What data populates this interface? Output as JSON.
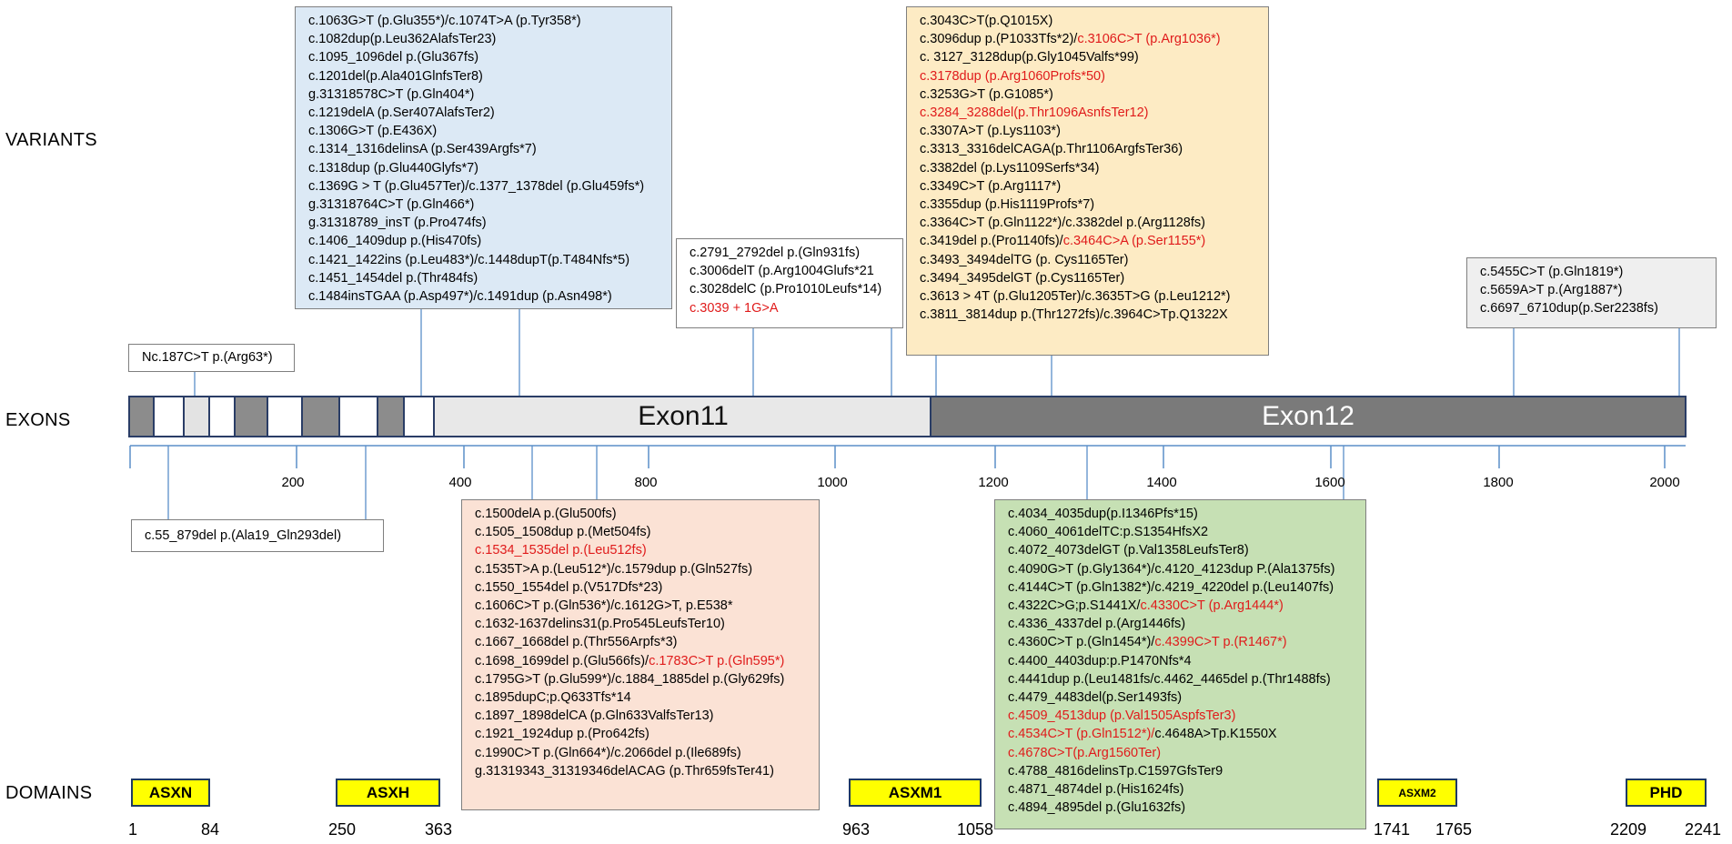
{
  "row_labels": {
    "variants": "VARIANTS",
    "exons": "EXONS",
    "domains": "DOMAINS"
  },
  "exons": {
    "exon11": "Exon11",
    "exon12": "Exon12"
  },
  "axis_ticks": [
    "200",
    "400",
    "800",
    "1000",
    "1200",
    "1400",
    "1600",
    "1800",
    "2000"
  ],
  "boxes": {
    "nc187": [
      {
        "text": "Nc.187C>T p.(Arg63*)"
      }
    ],
    "c55": [
      {
        "text": "c.55_879del p.(Ala19_Gln293del)"
      }
    ],
    "blue": [
      {
        "text": "c.1063G>T (p.Glu355*)/c.1074T>A (p.Tyr358*)"
      },
      {
        "text": "c.1082dup(p.Leu362AlafsTer23)"
      },
      {
        "text": "c.1095_1096del  p.(Glu367fs)"
      },
      {
        "text": "c.1201del(p.Ala401GlnfsTer8)"
      },
      {
        "text": "g.31318578C>T (p.Gln404*)"
      },
      {
        "text": "c.1219delA (p.Ser407AlafsTer2)"
      },
      {
        "text": "c.1306G>T (p.E436X)"
      },
      {
        "text": "c.1314_1316delinsA (p.Ser439Argfs*7)"
      },
      {
        "text": "c.1318dup (p.Glu440Glyfs*7)"
      },
      {
        "text": "c.1369G > T (p.Glu457Ter)/c.1377_1378del (p.Glu459fs*)"
      },
      {
        "text": "g.31318764C>T (p.Gln466*)"
      },
      {
        "text": "g.31318789_insT (p.Pro474fs)"
      },
      {
        "text": "c.1406_1409dup  p.(His470fs)"
      },
      {
        "text": "c.1421_1422ins (p.Leu483*)/c.1448dupT(p.T484Nfs*5)"
      },
      {
        "text": "c.1451_1454del p.(Thr484fs)"
      },
      {
        "text": "c.1484insTGAA (p.Asp497*)/c.1491dup (p.Asn498*)"
      }
    ],
    "white_mid": [
      {
        "text": "c.2791_2792del  p.(Gln931fs)"
      },
      {
        "text": "c.3006delT (p.Arg1004Glufs*21"
      },
      {
        "text": "c.3028delC (p.Pro1010Leufs*14)"
      },
      {
        "text": "c.3039 + 1G>A",
        "red": true
      }
    ],
    "yellow": [
      [
        {
          "text": "c.3043C>T(p.Q1015X)"
        }
      ],
      [
        {
          "text": "c.3096dup p.(P1033Tfs*2)/"
        },
        {
          "text": "c.3106C>T (p.Arg1036*)",
          "red": true
        }
      ],
      [
        {
          "text": "c. 3127_3128dup(p.Gly1045Valfs*99)"
        }
      ],
      [
        {
          "text": "c.3178dup (p.Arg1060Profs*50)",
          "red": true
        }
      ],
      [
        {
          "text": "c.3253G>T (p.G1085*)"
        }
      ],
      [
        {
          "text": "c.3284_3288del(p.Thr1096AsnfsTer12)",
          "red": true
        }
      ],
      [
        {
          "text": "c.3307A>T (p.Lys1103*)"
        }
      ],
      [
        {
          "text": "c.3313_3316delCAGA(p.Thr1106ArgfsTer36)"
        }
      ],
      [
        {
          "text": "c.3382del (p.Lys1109Serfs*34)"
        }
      ],
      [
        {
          "text": "c.3349C>T (p.Arg1117*)"
        }
      ],
      [
        {
          "text": "c.3355dup (p.His1119Profs*7)"
        }
      ],
      [
        {
          "text": "c.3364C>T (p.Gln1122*)/c.3382del p.(Arg1128fs)"
        }
      ],
      [
        {
          "text": "c.3419del p.(Pro1140fs)/"
        },
        {
          "text": "c.3464C>A (p.Ser1155*)",
          "red": true
        }
      ],
      [
        {
          "text": "c.3493_3494delTG (p. Cys1165Ter)"
        }
      ],
      [
        {
          "text": "c.3494_3495delGT (p.Cys1165Ter)"
        }
      ],
      [
        {
          "text": "c.3613 > 4T (p.Glu1205Ter)/c.3635T>G (p.Leu1212*)"
        }
      ],
      [
        {
          "text": "c.3811_3814dup p.(Thr1272fs)/c.3964C>Tp.Q1322X"
        }
      ]
    ],
    "gray_right": [
      {
        "text": "c.5455C>T (p.Gln1819*)"
      },
      {
        "text": "c.5659A>T p.(Arg1887*)"
      },
      {
        "text": "c.6697_6710dup(p.Ser2238fs)"
      }
    ],
    "salmon": [
      [
        {
          "text": "c.1500delA p.(Glu500fs)"
        }
      ],
      [
        {
          "text": "c.1505_1508dup p.(Met504fs)"
        }
      ],
      [
        {
          "text": "c.1534_1535del  p.(Leu512fs)",
          "red": true
        }
      ],
      [
        {
          "text": "c.1535T>A p.(Leu512*)/c.1579dup p.(Gln527fs)"
        }
      ],
      [
        {
          "text": "c.1550_1554del p.(V517Dfs*23)"
        }
      ],
      [
        {
          "text": "c.1606C>T p.(Gln536*)/c.1612G>T, p.E538*"
        }
      ],
      [
        {
          "text": "c.1632-1637delins31(p.Pro545LeufsTer10)"
        }
      ],
      [
        {
          "text": "c.1667_1668del p.(Thr556Arpfs*3)"
        }
      ],
      [
        {
          "text": "c.1698_1699del p.(Glu566fs)/"
        },
        {
          "text": "c.1783C>T p.(Gln595*)",
          "red": true
        }
      ],
      [
        {
          "text": "c.1795G>T (p.Glu599*)/c.1884_1885del p.(Gly629fs)"
        }
      ],
      [
        {
          "text": "c.1895dupC;p.Q633Tfs*14"
        }
      ],
      [
        {
          "text": "c.1897_1898delCA (p.Gln633ValfsTer13)"
        }
      ],
      [
        {
          "text": "c.1921_1924dup p.(Pro642fs)"
        }
      ],
      [
        {
          "text": "c.1990C>T p.(Gln664*)/c.2066del p.(Ile689fs)"
        }
      ],
      [
        {
          "text": "g.31319343_31319346delACAG (p.Thr659fsTer41)"
        }
      ]
    ],
    "green": [
      [
        {
          "text": "c.4034_4035dup(p.I1346Pfs*15)"
        }
      ],
      [
        {
          "text": "c.4060_4061delTC:p.S1354HfsX2"
        }
      ],
      [
        {
          "text": "c.4072_4073delGT (p.Val1358LeufsTer8)"
        }
      ],
      [
        {
          "text": "c.4090G>T (p.Gly1364*)/c.4120_4123dup P.(Ala1375fs)"
        }
      ],
      [
        {
          "text": "c.4144C>T (p.Gln1382*)/c.4219_4220del p.(Leu1407fs)"
        }
      ],
      [
        {
          "text": "c.4322C>G;p.S1441X/"
        },
        {
          "text": "c.4330C>T (p.Arg1444*)",
          "red": true
        }
      ],
      [
        {
          "text": "c.4336_4337del p.(Arg1446fs)"
        }
      ],
      [
        {
          "text": "c.4360C>T  p.(Gln1454*)/"
        },
        {
          "text": "c.4399C>T p.(R1467*)",
          "red": true
        }
      ],
      [
        {
          "text": "c.4400_4403dup:p.P1470Nfs*4"
        }
      ],
      [
        {
          "text": "c.4441dup p.(Leu1481fs/c.4462_4465del p.(Thr1488fs)"
        }
      ],
      [
        {
          "text": "c.4479_4483del(p.Ser1493fs)"
        }
      ],
      [
        {
          "text": "c.4509_4513dup (p.Val1505AspfsTer3)",
          "red": true
        }
      ],
      [
        {
          "text": "c.4534C>T (p.Gln1512*)/",
          "red": true
        },
        {
          "text": "c.4648A>Tp.K1550X"
        }
      ],
      [
        {
          "text": "c.4678C>T(p.Arg1560Ter)",
          "red": true
        }
      ],
      [
        {
          "text": "c.4788_4816delinsTp.C1597GfsTer9"
        }
      ],
      [
        {
          "text": "c.4871_4874del p.(His1624fs)"
        }
      ],
      [
        {
          "text": "c.4894_4895del  p.(Glu1632fs)"
        }
      ]
    ]
  },
  "domains": [
    {
      "name": "ASXN",
      "start": "1",
      "end": "84"
    },
    {
      "name": "ASXH",
      "start": "250",
      "end": "363"
    },
    {
      "name": "ASXM1",
      "start": "963",
      "end": "1058"
    },
    {
      "name": "ASXM2",
      "start": "1741",
      "end": "1765"
    },
    {
      "name": "PHD",
      "start": "2209",
      "end": "2241"
    }
  ],
  "colors": {
    "blue_box": "#dce9f5",
    "yellow_box": "#fdebc4",
    "salmon_box": "#fbe2d5",
    "green_box": "#c6e0b4",
    "gray_box": "#efefef",
    "red_text": "#e01b1b",
    "domain": "#ffff00",
    "exon_dark": "#7a7a7a",
    "exon_light": "#e8e8e8"
  }
}
